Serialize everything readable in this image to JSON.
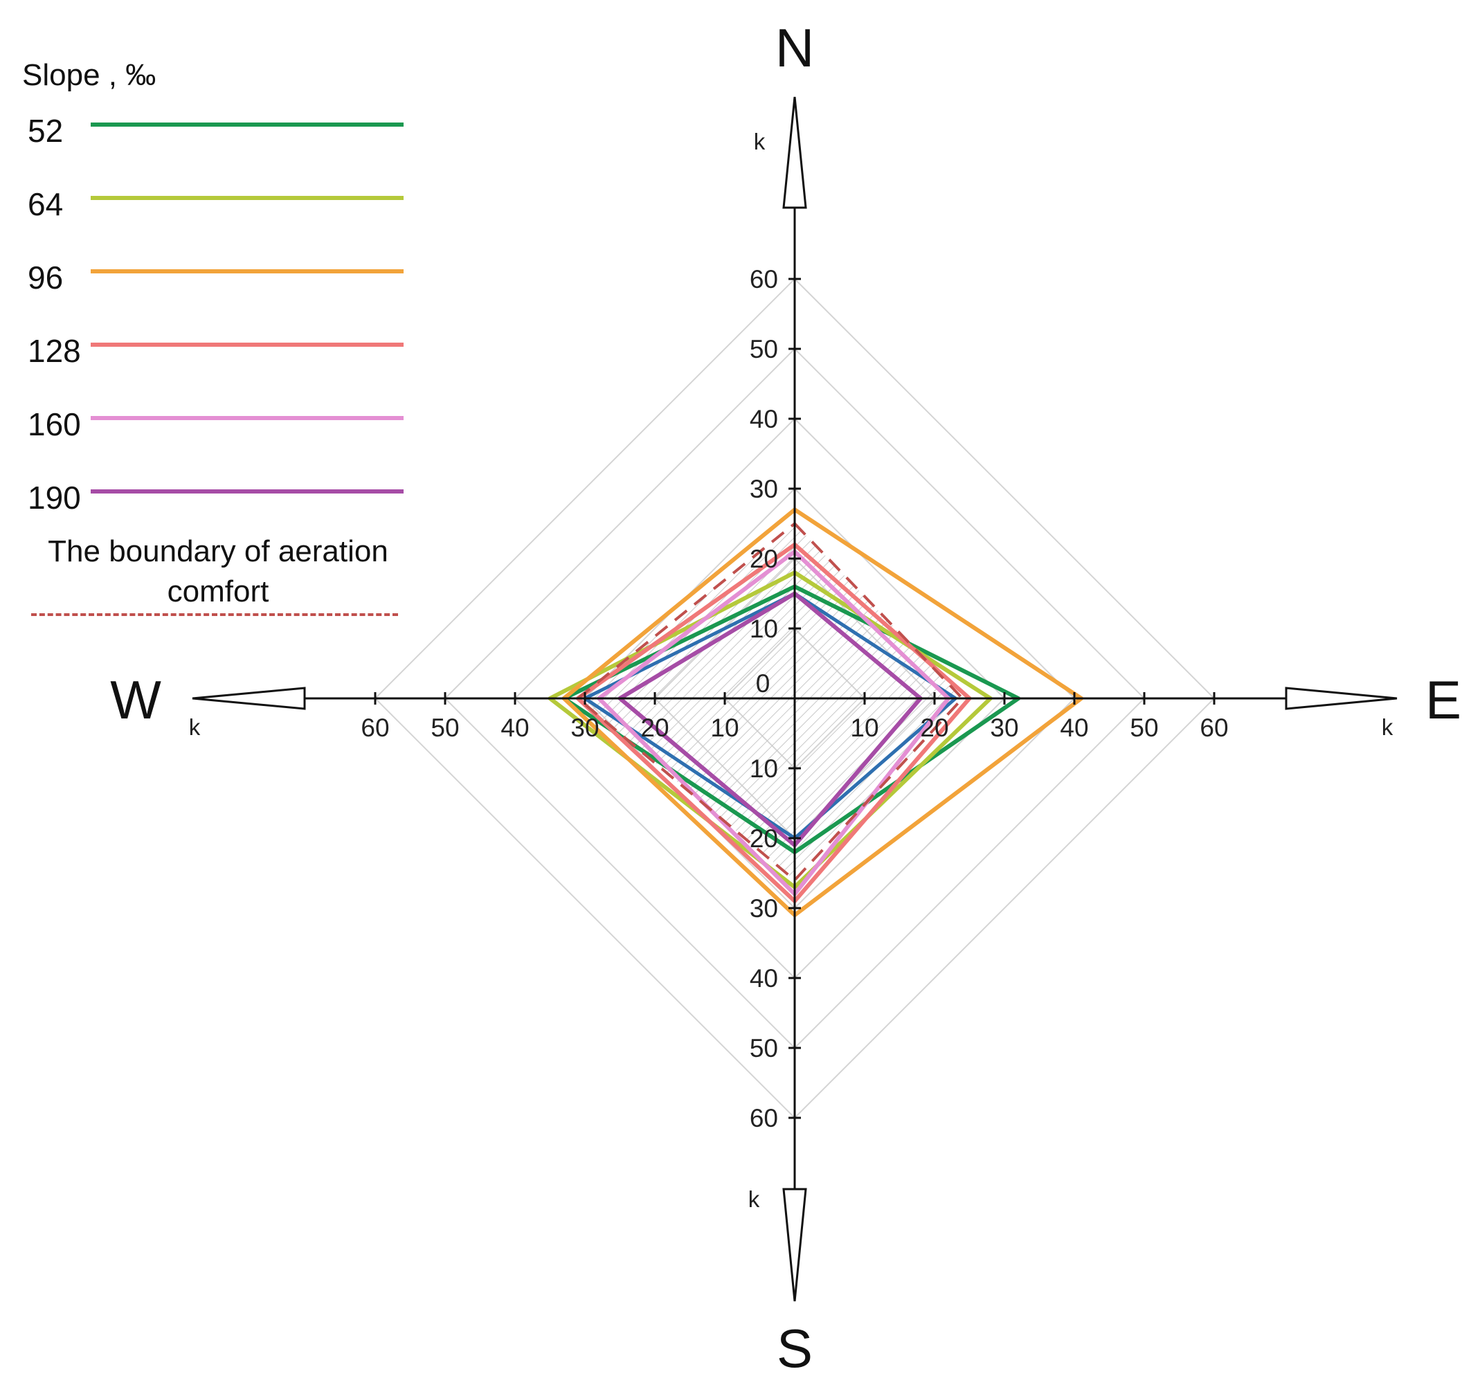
{
  "chart_data": {
    "type": "radar",
    "axes": [
      "N",
      "E",
      "S",
      "W"
    ],
    "axis_unit_label": "k",
    "ticks": [
      10,
      20,
      30,
      40,
      50,
      60
    ],
    "origin_label": "0",
    "rlim": [
      0,
      60
    ],
    "legend": {
      "title": "Slope , ‰",
      "boundary_label": "The boundary of aeration comfort",
      "placement": "top-left"
    },
    "series": [
      {
        "name": "52",
        "color": "#1a9850",
        "values": {
          "N": 16,
          "E": 32,
          "S": 22,
          "W": 33
        }
      },
      {
        "name": "64",
        "color": "#b5c93a",
        "values": {
          "N": 18,
          "E": 28,
          "S": 27,
          "W": 35
        }
      },
      {
        "name": "96",
        "color": "#f2a33a",
        "values": {
          "N": 27,
          "E": 41,
          "S": 31,
          "W": 33
        }
      },
      {
        "name": "128",
        "color": "#f07878",
        "values": {
          "N": 22,
          "E": 25,
          "S": 29,
          "W": 31
        }
      },
      {
        "name": "160",
        "color": "#e48fd3",
        "values": {
          "N": 21,
          "E": 22,
          "S": 28,
          "W": 28
        }
      },
      {
        "name": "190",
        "color": "#a64ca6",
        "values": {
          "N": 15,
          "E": 18,
          "S": 21,
          "W": 25
        }
      }
    ],
    "unlabeled_series": [
      {
        "color": "#2e6fb0",
        "values": {
          "N": 15,
          "E": 23,
          "S": 20,
          "W": 30
        }
      }
    ],
    "boundary": {
      "color": "#c0504d",
      "style": "dashed",
      "values": {
        "N": 25,
        "E": 24,
        "S": 26,
        "W": 31
      }
    }
  }
}
